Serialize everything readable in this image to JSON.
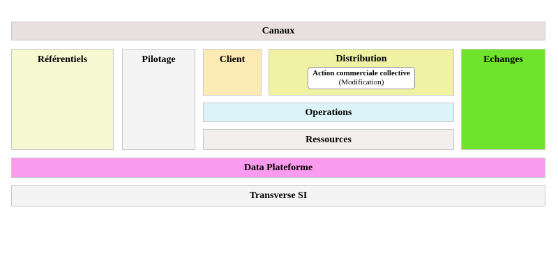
{
  "blocks": {
    "canaux": {
      "label": "Canaux",
      "bg": "#e8e0e0"
    },
    "referentiels": {
      "label": "Référentiels",
      "bg": "#f6f8d2"
    },
    "pilotage": {
      "label": "Pilotage",
      "bg": "#f5f4f4"
    },
    "client": {
      "label": "Client",
      "bg": "#fbeab4"
    },
    "distribution": {
      "label": "Distribution",
      "bg": "#eef2a2"
    },
    "echanges": {
      "label": "Echanges",
      "bg": "#70e42c"
    },
    "operations": {
      "label": "Operations",
      "bg": "#dbf3f9"
    },
    "ressources": {
      "label": "Ressources",
      "bg": "#f4efef"
    },
    "data_plateforme": {
      "label": "Data Plateforme",
      "bg": "#fa9bef"
    },
    "transverse_si": {
      "label": "Transverse SI",
      "bg": "#f5f4f4"
    }
  },
  "action_box": {
    "title": "Action commerciale collective",
    "subtitle": "(Modification)",
    "bg": "#ffffff",
    "border_color": "#999999"
  },
  "colors": {
    "page_bg": "#ffffff",
    "block_border": "#c8c8c8",
    "text": "#000000"
  }
}
